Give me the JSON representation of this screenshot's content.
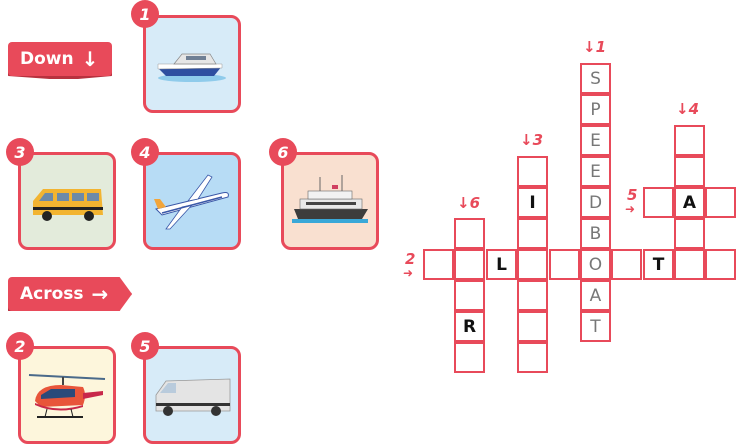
{
  "headers": {
    "down": {
      "label": "Down",
      "arrow": "↓"
    },
    "across": {
      "label": "Across",
      "arrow": "→"
    }
  },
  "colors": {
    "accent": "#e84a5a",
    "answer_text": "#777777",
    "given_text": "#111111"
  },
  "cards": [
    {
      "number": "1",
      "direction": "down",
      "picture": "speedboat",
      "bg": "#d7ebf8"
    },
    {
      "number": "3",
      "direction": "down",
      "picture": "minibus",
      "bg": "#e3ebdb"
    },
    {
      "number": "4",
      "direction": "down",
      "picture": "airplane",
      "bg": "#b7dcf5"
    },
    {
      "number": "6",
      "direction": "down",
      "picture": "ferry",
      "bg": "#f9e0d0"
    },
    {
      "number": "2",
      "direction": "across",
      "picture": "helicopter",
      "bg": "#fdf6dc"
    },
    {
      "number": "5",
      "direction": "across",
      "picture": "van",
      "bg": "#d7ebf8"
    }
  ],
  "clue_labels": {
    "d1": "↓1",
    "d3": "↓3",
    "d4": "↓4",
    "d6": "↓6",
    "a2": "2",
    "a5": "5",
    "a_arrow": "➜"
  },
  "grid": {
    "cells": [
      {
        "id": "r0c5",
        "letter": "S",
        "kind": "answer"
      },
      {
        "id": "r1c5",
        "letter": "P",
        "kind": "answer"
      },
      {
        "id": "r2c5",
        "letter": "E",
        "kind": "answer"
      },
      {
        "id": "r2c8",
        "letter": "",
        "kind": "blank"
      },
      {
        "id": "r3c5",
        "letter": "E",
        "kind": "answer"
      },
      {
        "id": "r3c3",
        "letter": "",
        "kind": "blank"
      },
      {
        "id": "r3c8",
        "letter": "",
        "kind": "blank"
      },
      {
        "id": "r4c3",
        "letter": "I",
        "kind": "given"
      },
      {
        "id": "r4c5",
        "letter": "D",
        "kind": "answer"
      },
      {
        "id": "r4c7",
        "letter": "",
        "kind": "blank"
      },
      {
        "id": "r4c8",
        "letter": "A",
        "kind": "given"
      },
      {
        "id": "r4c9",
        "letter": "",
        "kind": "blank"
      },
      {
        "id": "r5c1",
        "letter": "",
        "kind": "blank"
      },
      {
        "id": "r5c3",
        "letter": "",
        "kind": "blank"
      },
      {
        "id": "r5c5",
        "letter": "B",
        "kind": "answer"
      },
      {
        "id": "r5c8",
        "letter": "",
        "kind": "blank"
      },
      {
        "id": "r6c0",
        "letter": "",
        "kind": "blank"
      },
      {
        "id": "r6c1",
        "letter": "",
        "kind": "blank"
      },
      {
        "id": "r6c2",
        "letter": "L",
        "kind": "given"
      },
      {
        "id": "r6c3",
        "letter": "",
        "kind": "blank"
      },
      {
        "id": "r6c4",
        "letter": "",
        "kind": "blank"
      },
      {
        "id": "r6c5",
        "letter": "O",
        "kind": "answer"
      },
      {
        "id": "r6c6",
        "letter": "",
        "kind": "blank"
      },
      {
        "id": "r6c7",
        "letter": "T",
        "kind": "given"
      },
      {
        "id": "r6c8",
        "letter": "",
        "kind": "blank"
      },
      {
        "id": "r6c9",
        "letter": "",
        "kind": "blank"
      },
      {
        "id": "r7c1",
        "letter": "",
        "kind": "blank"
      },
      {
        "id": "r7c3",
        "letter": "",
        "kind": "blank"
      },
      {
        "id": "r7c5",
        "letter": "A",
        "kind": "answer"
      },
      {
        "id": "r8c1",
        "letter": "R",
        "kind": "given"
      },
      {
        "id": "r8c3",
        "letter": "",
        "kind": "blank"
      },
      {
        "id": "r8c5",
        "letter": "T",
        "kind": "answer"
      },
      {
        "id": "r9c1",
        "letter": "",
        "kind": "blank"
      },
      {
        "id": "r9c3",
        "letter": "",
        "kind": "blank"
      }
    ]
  }
}
